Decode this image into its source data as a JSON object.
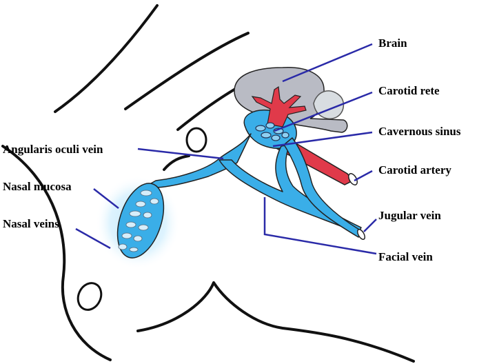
{
  "labels": {
    "brain": "Brain",
    "carotid_rete": "Carotid rete",
    "cavernous_sinus": "Cavernous sinus",
    "carotid_artery": "Carotid artery",
    "jugular_vein": "Jugular vein",
    "facial_vein": "Facial vein",
    "angularis_oculi_vein": "Angularis oculi vein",
    "nasal_mucosa": "Nasal mucosa",
    "nasal_veins": "Nasal veins"
  },
  "colors": {
    "vein": "#3aaee8",
    "artery": "#e03a4a",
    "brain": "#b9bbc4",
    "leader": "#2a2aa8",
    "outline": "#111111"
  }
}
